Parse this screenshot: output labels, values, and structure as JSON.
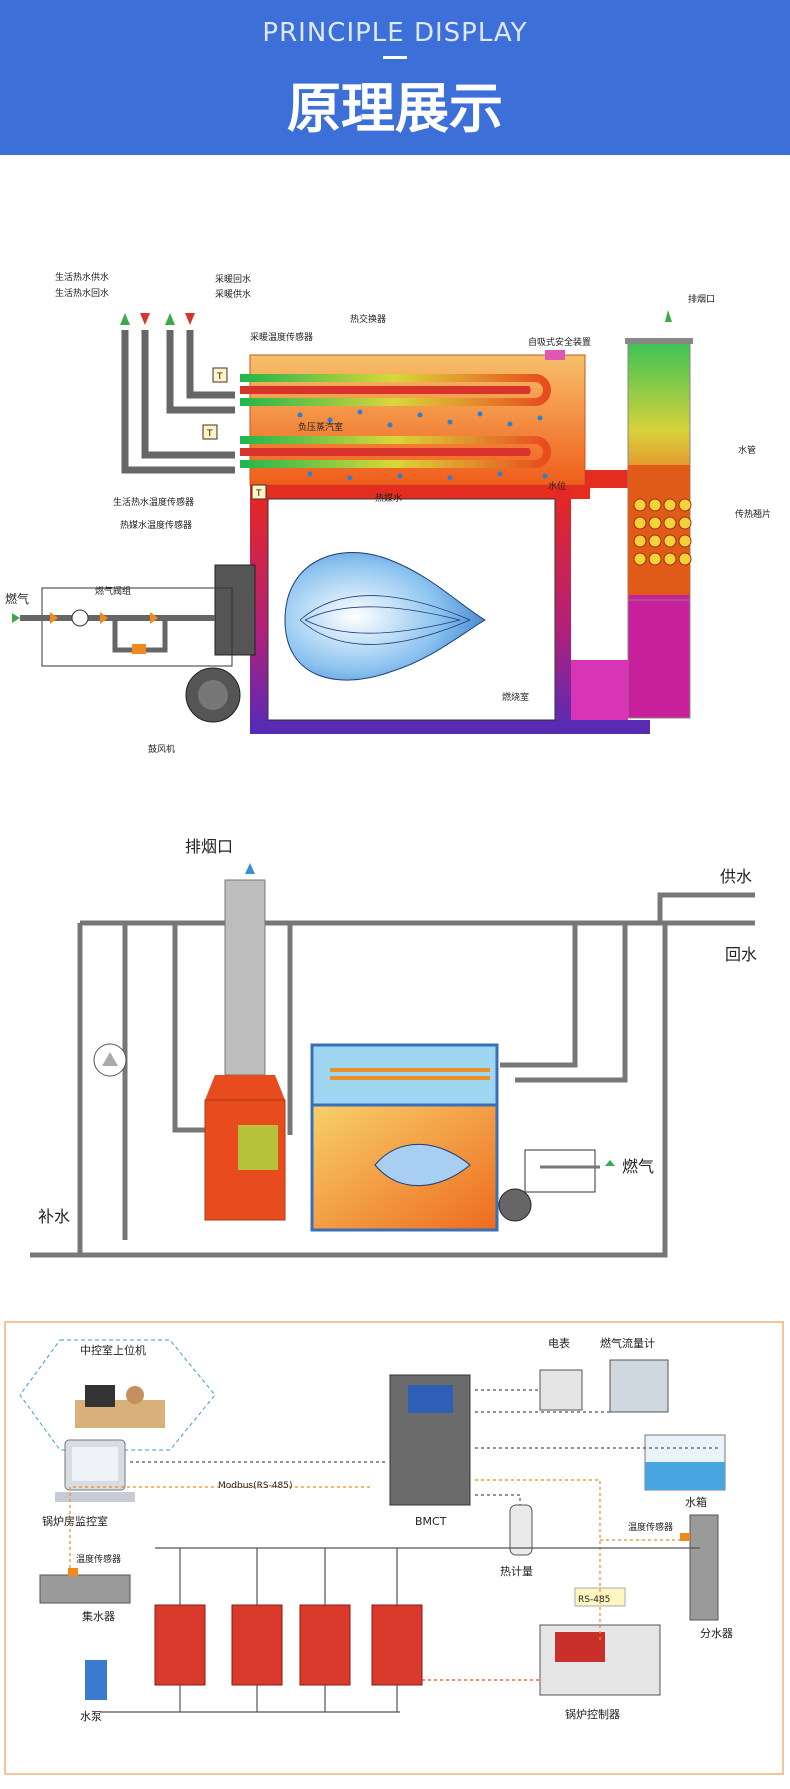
{
  "header": {
    "title_en": "PRINCIPLE DISPLAY",
    "title_zh": "原理展示"
  },
  "diagram1": {
    "labels": {
      "domestic_supply": "生活热水供水",
      "domestic_return": "生活热水回水",
      "heating_return": "采暖回水",
      "heating_supply": "采暖供水",
      "heating_temp_sensor": "采暖温度传感器",
      "heat_exchanger": "热交换器",
      "safety_device": "自吸式安全装置",
      "exhaust": "排烟口",
      "negative_pressure_chamber": "负压蒸汽室",
      "domestic_temp_sensor": "生活热水温度传感器",
      "medium_temp_sensor": "热媒水温度传感器",
      "medium_water": "热媒水",
      "water_level": "水位",
      "water_tube": "水管",
      "fins": "传热翘片",
      "gas": "燃气",
      "gas_valve_group": "燃气阀组",
      "combustion_chamber": "燃烧室",
      "blower": "鼓风机",
      "t_mark": "T"
    }
  },
  "diagram2": {
    "labels": {
      "exhaust": "排烟口",
      "supply": "供水",
      "return": "回水",
      "makeup": "补水",
      "gas": "燃气"
    }
  },
  "diagram3": {
    "labels": {
      "control_room_pc": "中控室上位机",
      "boiler_monitor_room": "锅炉房监控室",
      "meter": "电表",
      "gas_flowmeter": "燃气流量计",
      "modbus": "Modbus(RS-485)",
      "bmct": "BMCT",
      "water_tank": "水箱",
      "temp_sensor_right": "温度传感器",
      "temp_sensor_left": "温度传感器",
      "heat_meter": "热计量",
      "rs485": "RS-485",
      "collector": "集水器",
      "distributor": "分水器",
      "pump": "水泵",
      "boiler_controller": "锅炉控制器"
    }
  },
  "colors": {
    "banner": "#3d6fd8",
    "accent_orange": "#f08a1e",
    "border_orange": "#f0b07a"
  }
}
